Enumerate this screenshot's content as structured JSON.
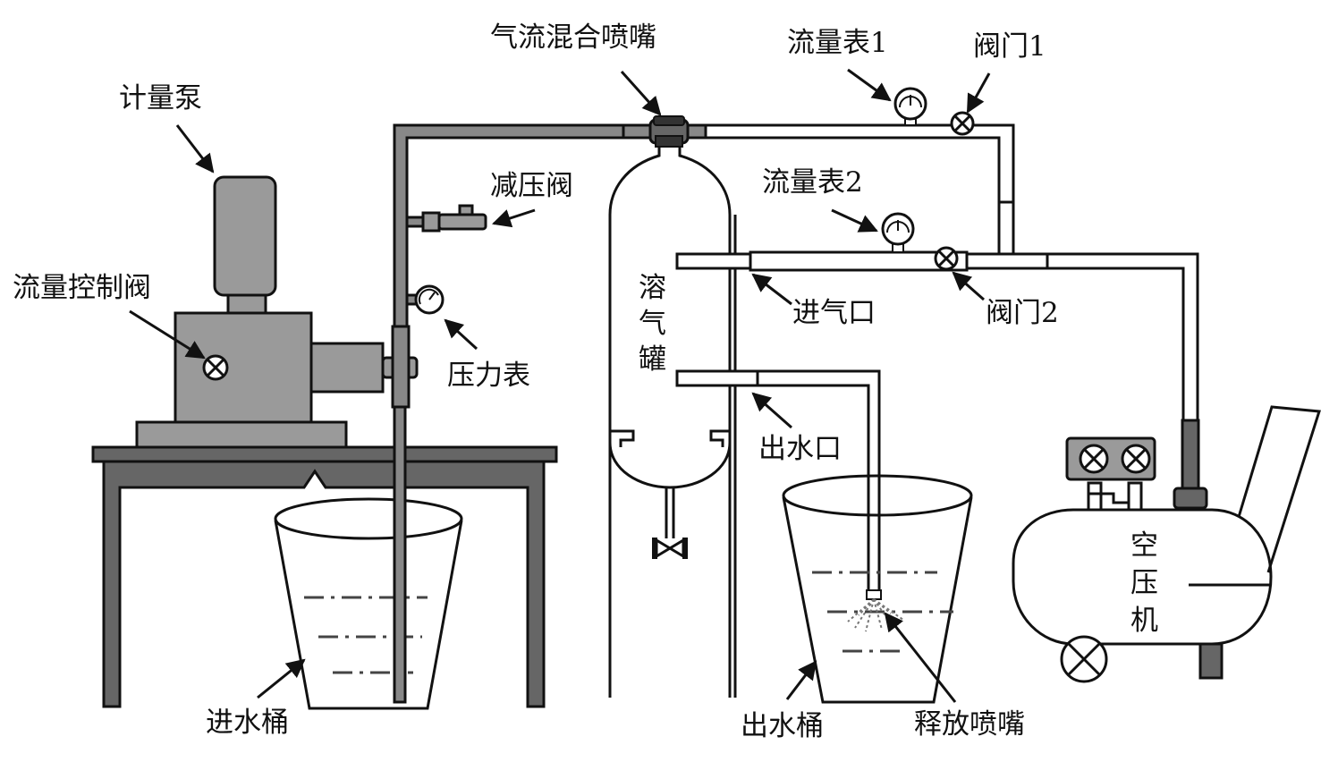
{
  "labels": {
    "metering_pump": "计量泵",
    "flow_control_valve": "流量控制阀",
    "gas_mixing_nozzle": "气流混合喷嘴",
    "pressure_reducing_valve": "减压阀",
    "pressure_gauge": "压力表",
    "flowmeter_1": "流量表1",
    "valve_1": "阀门1",
    "flowmeter_2": "流量表2",
    "valve_2": "阀门2",
    "air_inlet": "进气口",
    "water_outlet": "出水口",
    "dissolved_air_tank": [
      "溶",
      "气",
      "罐"
    ],
    "inlet_bucket": "进水桶",
    "outlet_bucket": "出水桶",
    "release_nozzle": "释放喷嘴",
    "air_compressor": [
      "空",
      "压",
      "机"
    ]
  }
}
